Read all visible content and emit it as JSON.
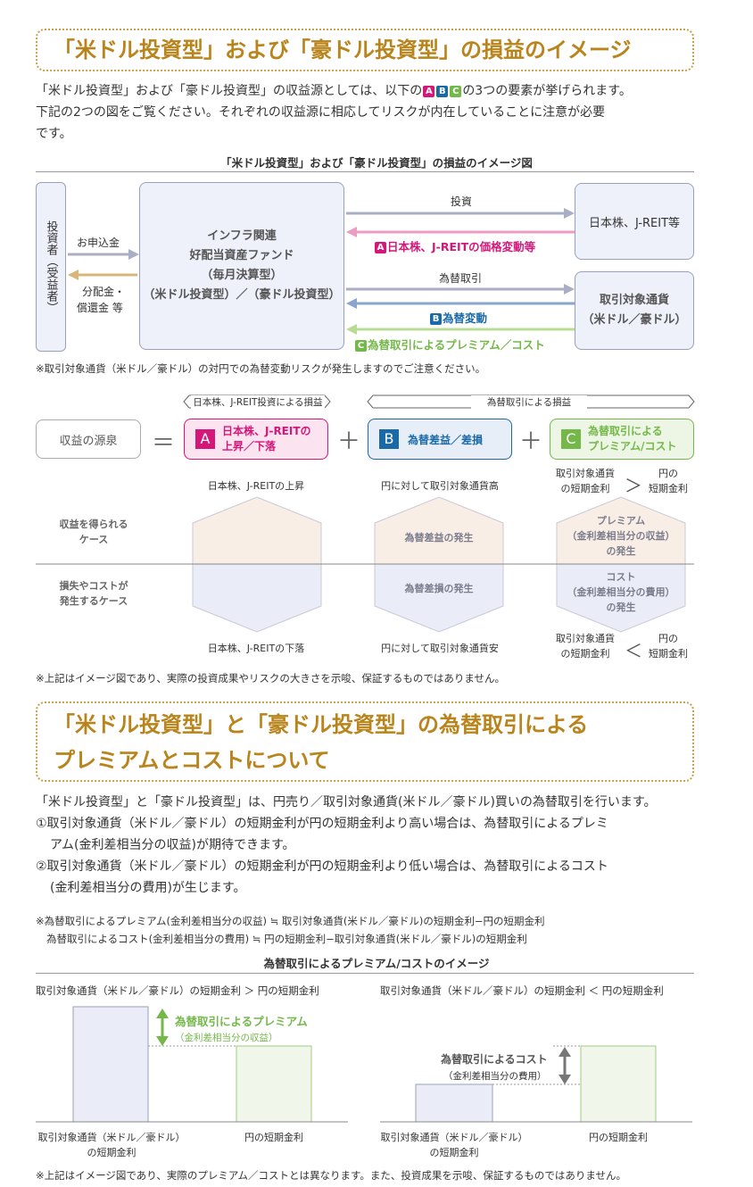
{
  "section1": {
    "title": "「米ドル投資型」および「豪ドル投資型」の損益のイメージ",
    "intro_a": "「米ドル投資型」および「豪ドル投資型」の収益源としては、以下の",
    "intro_b": "の3つの要素が挙げられます。",
    "intro_line2": "下記の2つの図をご覧ください。それぞれの収益源に相応してリスクが内在していることに注意が必要",
    "intro_line3": "です。",
    "diagram_title": "「米ドル投資型」および「豪ドル投資型」の損益のイメージ図",
    "investor": "投資者（受益者）",
    "subscription": "お申込金",
    "distribution_1": "分配金・",
    "distribution_2": "償還金 等",
    "fund_lines": [
      "インフラ関連",
      "好配当資産ファンド",
      "（毎月決算型）",
      "（米ドル投資型）／（豪ドル投資型）"
    ],
    "investment": "投資",
    "stocks_box": "日本株、J-REIT等",
    "a_price_change": "日本株、J-REITの価格変動等",
    "fx_trade": "為替取引",
    "currency_box_1": "取引対象通貨",
    "currency_box_2": "（米ドル／豪ドル）",
    "b_fx_change": "為替変動",
    "c_premium_cost": "為替取引によるプレミアム／コスト",
    "note": "※取引対象通貨（米ドル／豪ドル）の対円での為替変動リスクが発生しますのでご注意ください。"
  },
  "sources": {
    "bracket_left": "日本株、J-REIT投資による損益",
    "bracket_right": "為替取引による損益",
    "source_label": "収益の源泉",
    "eq": "＝",
    "plus": "＋",
    "a_line1": "日本株、J-REITの",
    "a_line2": "上昇／下落",
    "b_text": "為替差益／差損",
    "c_line1": "為替取引による",
    "c_line2": "プレミアム/コスト",
    "a_top": "日本株、J-REITの上昇",
    "b_top": "円に対して取引対象通貨高",
    "c_top_1": "取引対象通貨",
    "c_top_2": "の短期金利",
    "c_top_gt": "＞",
    "c_top_3": "円の",
    "c_top_4": "短期金利",
    "gain_case_1": "収益を得られる",
    "gain_case_2": "ケース",
    "loss_case_1": "損失やコストが",
    "loss_case_2": "発生するケース",
    "b_gain": "為替差益の発生",
    "b_loss": "為替差損の発生",
    "c_gain_1": "プレミアム",
    "c_gain_2": "（金利差相当分の収益）",
    "c_gain_3": "の発生",
    "c_loss_1": "コスト",
    "c_loss_2": "（金利差相当分の費用）",
    "c_loss_3": "の発生",
    "a_bottom": "日本株、J-REITの下落",
    "b_bottom": "円に対して取引対象通貨安",
    "c_bottom_lt": "＜",
    "note": "※上記はイメージ図であり、実際の投資成果やリスクの大きさを示唆、保証するものではありません。"
  },
  "section2": {
    "title_1": "「米ドル投資型」と「豪ドル投資型」の為替取引による",
    "title_2": "プレミアムとコストについて",
    "p1": "「米ドル投資型」と「豪ドル投資型」は、円売り／取引対象通貨(米ドル／豪ドル)買いの為替取引を行います。",
    "p2a": "①取引対象通貨（米ドル／豪ドル）の短期金利が円の短期金利より高い場合は、為替取引によるプレミ",
    "p2b": "アム(金利差相当分の収益)が期待できます。",
    "p3a": "②取引対象通貨（米ドル／豪ドル）の短期金利が円の短期金利より低い場合は、為替取引によるコスト",
    "p3b": "(金利差相当分の費用)が生じます。",
    "n1": "※為替取引によるプレミアム(金利差相当分の収益) ≒ 取引対象通貨(米ドル／豪ドル)の短期金利−円の短期金利",
    "n2": "為替取引によるコスト(金利差相当分の費用) ≒ 円の短期金利−取引対象通貨(米ドル／豪ドル)の短期金利",
    "chart_title": "為替取引によるプレミアム/コストのイメージ",
    "left_title": "取引対象通貨（米ドル／豪ドル）の短期金利 ＞ 円の短期金利",
    "right_title": "取引対象通貨（米ドル／豪ドル）の短期金利 ＜ 円の短期金利",
    "premium_1": "為替取引によるプレミアム",
    "premium_2": "（金利差相当分の収益）",
    "cost_1": "為替取引によるコスト",
    "cost_2": "（金利差相当分の費用）",
    "bar_foreign_1": "取引対象通貨（米ドル／豪ドル）",
    "bar_foreign_2": "の短期金利",
    "bar_yen": "円の短期金利",
    "note": "※上記はイメージ図であり、実際のプレミアム／コストとは異なります。また、投資成果を示唆、保証するものではありません。"
  },
  "badges": {
    "a": "A",
    "b": "B",
    "c": "C"
  },
  "colors": {
    "gold": "#b8841b",
    "a": "#d6177a",
    "b": "#1b6aa8",
    "c": "#74b84a",
    "box": "#eef0fa"
  }
}
